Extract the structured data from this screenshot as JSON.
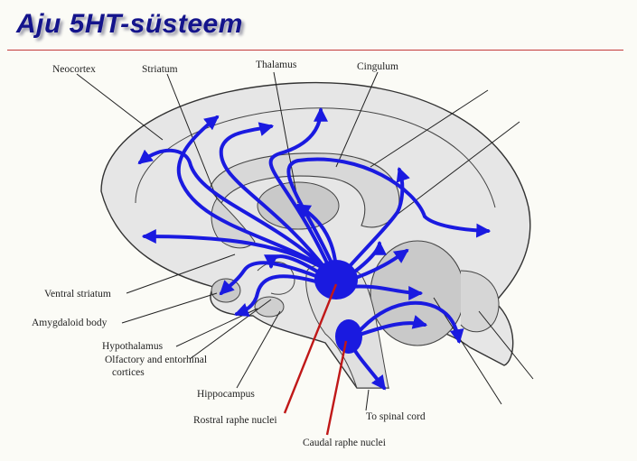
{
  "title": "Aju 5HT-süsteem",
  "labels": {
    "neocortex": "Neocortex",
    "striatum": "Striatum",
    "thalamus": "Thalamus",
    "cingulum": "Cingulum",
    "ventral_striatum": "Ventral striatum",
    "amygdaloid_body": "Amygdaloid body",
    "hypothalamus": "Hypothalamus",
    "olfactory_line1": "Olfactory and entorhinal",
    "olfactory_line2": "cortices",
    "hippocampus": "Hippocampus",
    "rostral_raphe": "Rostral raphe nuclei",
    "to_spinal_cord": "To spinal cord",
    "caudal_raphe": "Caudal raphe nuclei"
  },
  "colors": {
    "title": "#14148c",
    "title_rule": "#c43a3a",
    "pathway": "#1a1ae0",
    "raphe_pointer": "#c01818",
    "brain_fill": "#e6e6e6",
    "structure_fill": "#c9c9c9",
    "outline": "#333333"
  }
}
